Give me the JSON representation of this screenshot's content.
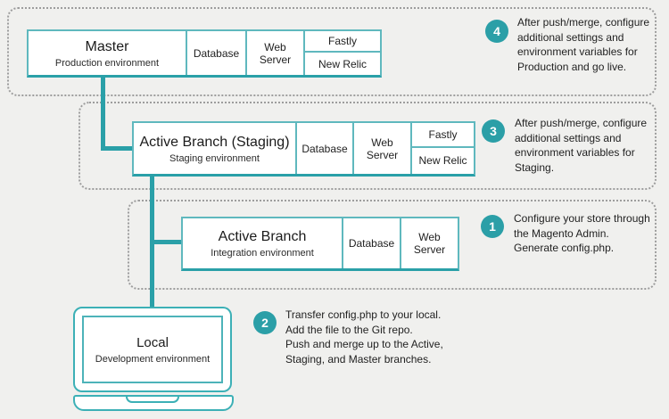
{
  "colors": {
    "background": "#f0f0ee",
    "teal_dark": "#2aa0a8",
    "teal_border": "#5fb8be",
    "badge_teal": "#2b9fa7",
    "dotted_outline": "#9d9d9d",
    "text": "#222222"
  },
  "environments": {
    "master": {
      "title": "Master",
      "subtitle": "Production environment",
      "services": [
        "Database",
        "Web Server"
      ],
      "stacked_services": [
        "Fastly",
        "New Relic"
      ]
    },
    "staging": {
      "title": "Active Branch (Staging)",
      "subtitle": "Staging environment",
      "services": [
        "Database",
        "Web Server"
      ],
      "stacked_services": [
        "Fastly",
        "New Relic"
      ]
    },
    "integration": {
      "title": "Active Branch",
      "subtitle": "Integration environment",
      "services": [
        "Database",
        "Web Server"
      ]
    },
    "local": {
      "title": "Local",
      "subtitle": "Development environment"
    }
  },
  "steps": [
    {
      "number": "1",
      "text": "Configure your store through\nthe Magento Admin.\nGenerate config.php."
    },
    {
      "number": "2",
      "text": "Transfer config.php to your local.\nAdd the file to the Git repo.\nPush and merge up to the Active,\nStaging, and Master branches."
    },
    {
      "number": "3",
      "text": "After push/merge, configure\nadditional settings and\nenvironment variables for\nStaging."
    },
    {
      "number": "4",
      "text": "After push/merge, configure\nadditional settings and\nenvironment variables for\nProduction and go live."
    }
  ]
}
